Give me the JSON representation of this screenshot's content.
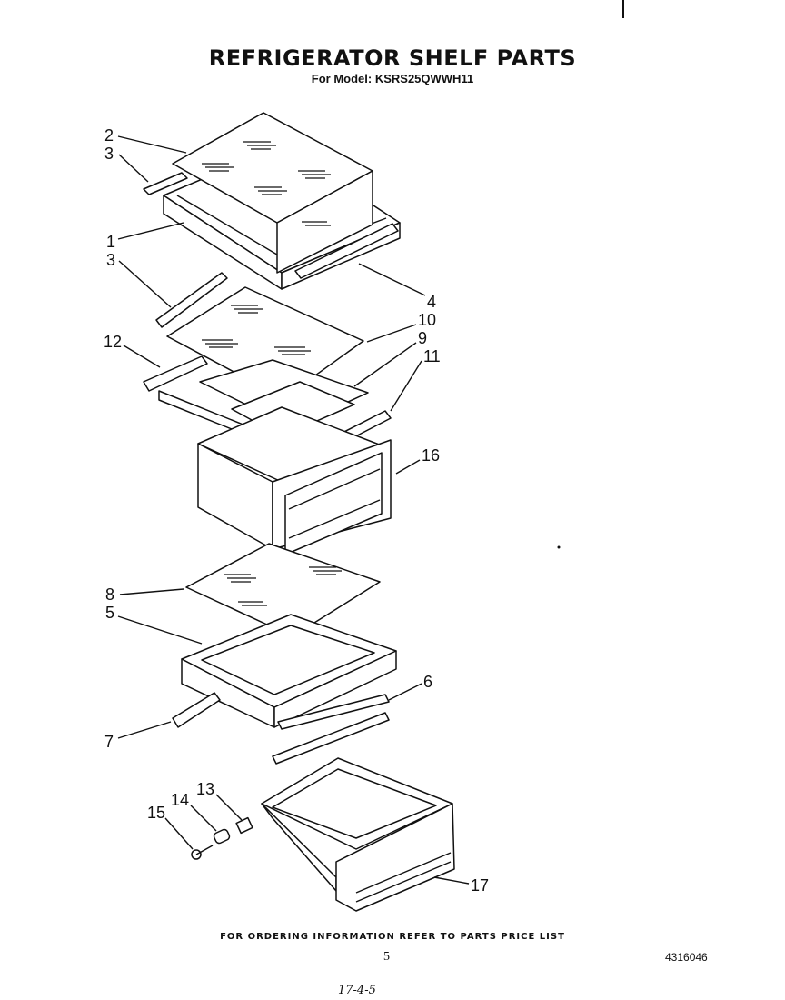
{
  "header": {
    "title": "REFRIGERATOR SHELF PARTS",
    "subtitle": "For Model: KSRS25QWWH11"
  },
  "callouts": {
    "c1": "1",
    "c2": "2",
    "c3a": "3",
    "c3b": "3",
    "c4": "4",
    "c5": "5",
    "c6": "6",
    "c7": "7",
    "c8": "8",
    "c9": "9",
    "c10": "10",
    "c11": "11",
    "c12": "12",
    "c13": "13",
    "c14": "14",
    "c15": "15",
    "c16": "16",
    "c17": "17"
  },
  "footer": {
    "ordering_note": "FOR ORDERING INFORMATION REFER TO PARTS PRICE LIST",
    "page_number": "5",
    "document_number": "4316046",
    "handwritten_note": "17-4-5"
  }
}
